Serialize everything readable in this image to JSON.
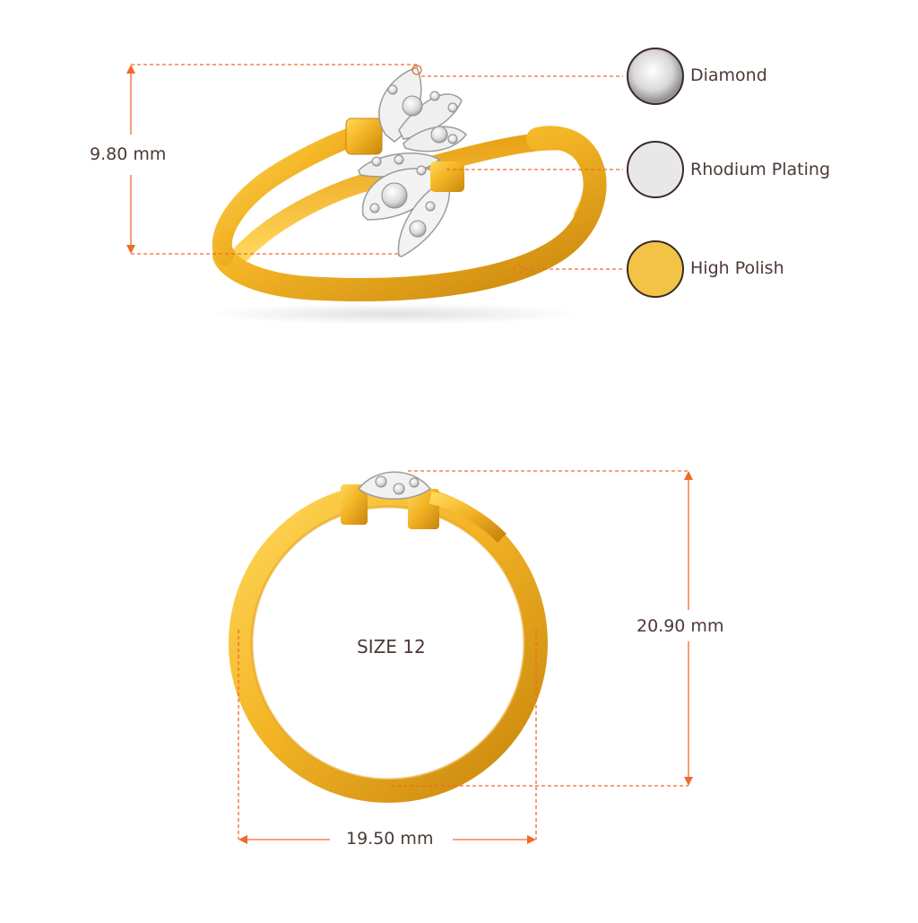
{
  "dimensions": {
    "height_top": "9.80 mm",
    "height_front": "20.90 mm",
    "width_front": "19.50 mm",
    "ring_size": "SIZE 12"
  },
  "legend": [
    {
      "label": "Diamond",
      "icon": "diamond-icon",
      "color": "#e6e6e6"
    },
    {
      "label": "Rhodium Plating",
      "icon": "rhodium-swatch-icon",
      "color": "#e8e8e8"
    },
    {
      "label": "High Polish",
      "icon": "high-polish-swatch-icon",
      "color": "#f2c346"
    }
  ],
  "colors": {
    "dimension_line": "#f06a2a",
    "gold": "#f0b323",
    "gold_dark": "#c98a10",
    "swatch_border": "#3b2a24",
    "text": "#4b3a36"
  }
}
